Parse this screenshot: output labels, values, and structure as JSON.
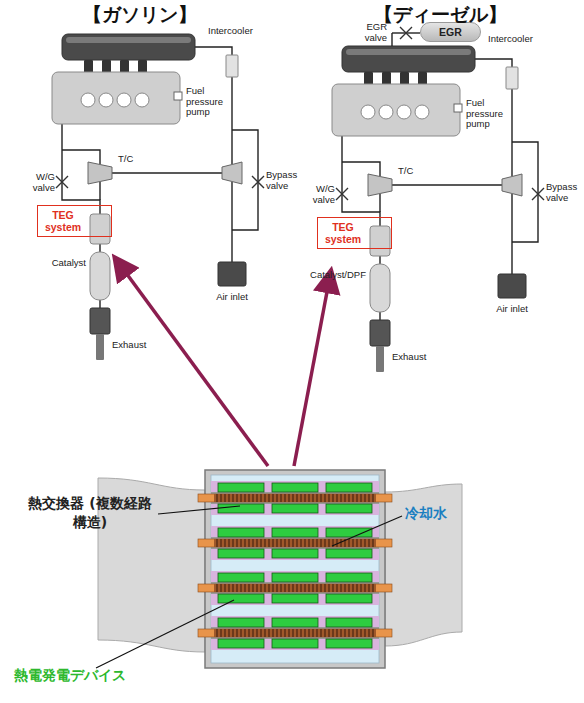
{
  "diagram": {
    "nodes": [
      {
        "text": [
          "TEG system"
        ]
      },
      {
        "text": [
          "EGR"
        ]
      },
      {
        "text": [
          "TEG system"
        ]
      }
    ],
    "labels": [
      "【ガソリン】",
      "【ディーゼル】",
      "Intercooler",
      "Fuel pressure pump",
      "W/G valve",
      "T/C",
      "Bypass valve",
      "Catalyst",
      "Exhaust",
      "Air inlet",
      "EGR valve",
      "Intercooler",
      "Fuel pressure pump",
      "W/G valve",
      "T/C",
      "Bypass valve",
      "Catalyst/DPF",
      "Exhaust",
      "Air inlet",
      "熱交換器 (複数経路構造)",
      "冷却水",
      "熱電発電デバイス"
    ]
  }
}
